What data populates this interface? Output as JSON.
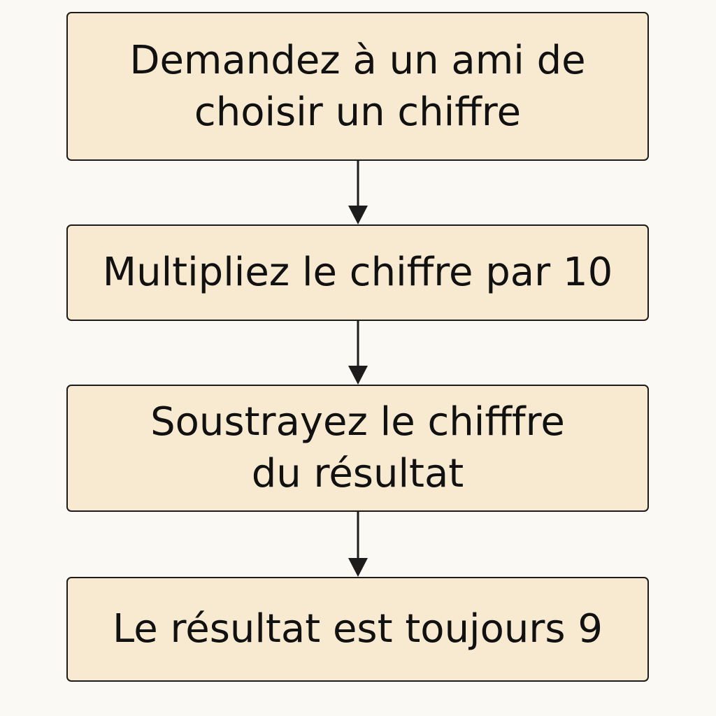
{
  "flowchart": {
    "steps": [
      {
        "lines": [
          "Demandez à un ami de",
          "choisir un chiffre"
        ]
      },
      {
        "lines": [
          "Multipliez le chiffre par 10"
        ]
      },
      {
        "lines": [
          "Soustrayez le chifffre",
          "du résultat"
        ]
      },
      {
        "lines": [
          "Le résultat est toujours 9"
        ]
      }
    ]
  },
  "colors": {
    "background": "#fbf9f4",
    "box_fill": "#f7ead0",
    "stroke": "#1c1c1c",
    "text": "#111111"
  }
}
